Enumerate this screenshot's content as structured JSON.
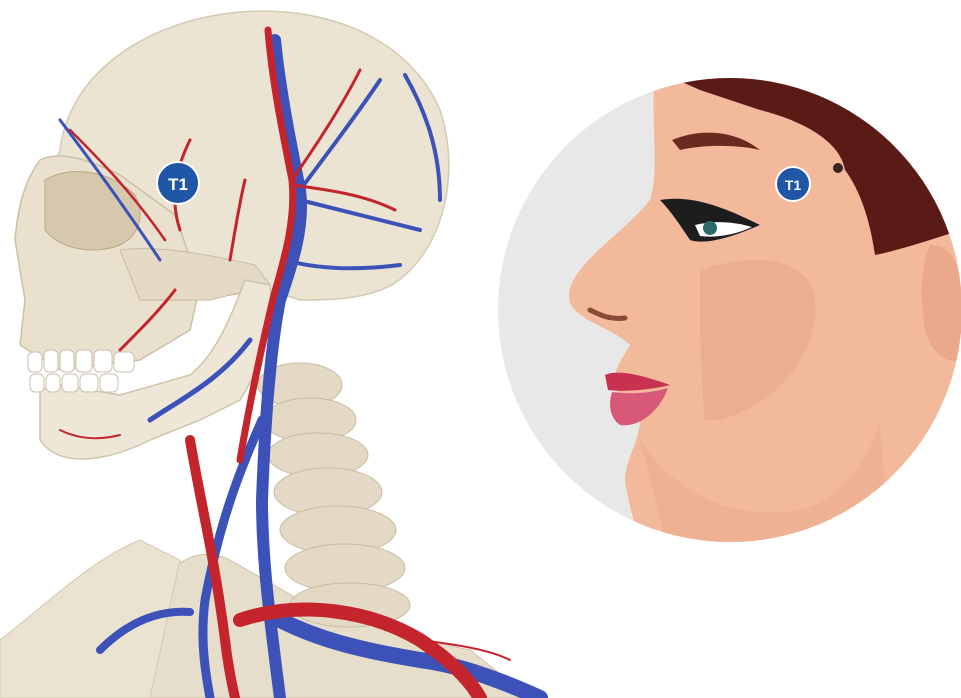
{
  "markers": {
    "skull_marker_label": "T1",
    "face_marker_label": "T1"
  },
  "colors": {
    "marker_fill": "#1f56a5",
    "marker_text": "#ffffff",
    "bone": "#ece4d3",
    "artery": "#c4242c",
    "vein": "#3c52b8",
    "skin": "#f2b99a",
    "hair": "#5a1a16",
    "lips": "#d23a57",
    "backdrop_circle": "#e8e8e8"
  },
  "image_subjects": [
    "skull-with-blood-vessels",
    "face-profile-illustration"
  ]
}
